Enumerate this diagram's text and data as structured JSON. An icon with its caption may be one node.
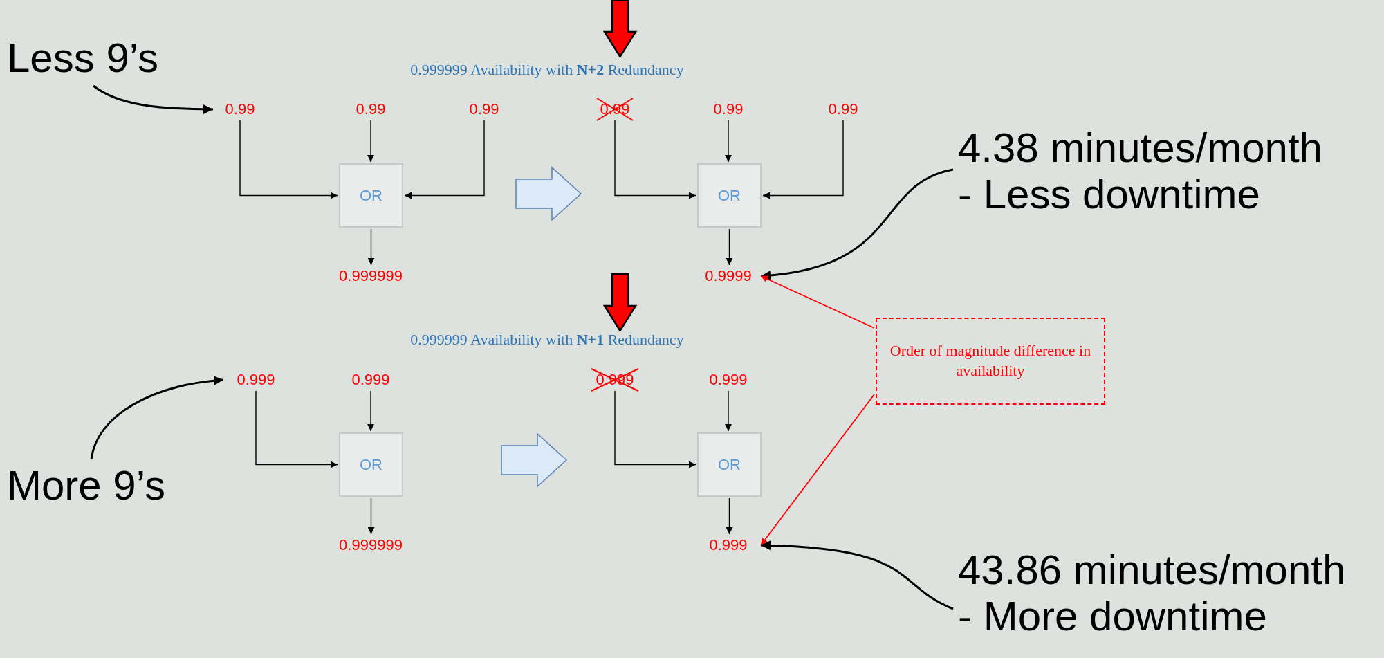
{
  "diagram": {
    "nodes": [
      {
        "text": [
          "Less 9’s"
        ]
      },
      {
        "text": [
          "0.99"
        ]
      },
      {
        "text": [
          "0.99"
        ]
      },
      {
        "text": [
          "0.99"
        ]
      },
      {
        "text": [
          "OR"
        ]
      },
      {
        "text": [
          "0.999999"
        ]
      },
      {
        "text": [
          "0.99"
        ]
      },
      {
        "text": [
          "0.99"
        ]
      },
      {
        "text": [
          "0.99"
        ]
      },
      {
        "text": [
          "OR"
        ]
      },
      {
        "text": [
          "0.9999"
        ]
      },
      {
        "text": [
          "4.38 minutes/month - Less downtime"
        ]
      },
      {
        "text": [
          "More 9’s"
        ]
      },
      {
        "text": [
          "0.999"
        ]
      },
      {
        "text": [
          "0.999"
        ]
      },
      {
        "text": [
          "OR"
        ]
      },
      {
        "text": [
          "0.999999"
        ]
      },
      {
        "text": [
          "0.999"
        ]
      },
      {
        "text": [
          "0.999"
        ]
      },
      {
        "text": [
          "OR"
        ]
      },
      {
        "text": [
          "0.999"
        ]
      },
      {
        "text": [
          "Order of magnitude difference in availability"
        ]
      },
      {
        "text": [
          "43.86 minutes/month - More downtime"
        ]
      }
    ],
    "edges": [
      {
        "from": 0,
        "to": 1,
        "arrow": "to"
      },
      {
        "from": 1,
        "to": 4,
        "arrow": "to"
      },
      {
        "from": 2,
        "to": 4,
        "arrow": "to"
      },
      {
        "from": 3,
        "to": 4,
        "arrow": "to"
      },
      {
        "from": 4,
        "to": 5,
        "arrow": "to"
      },
      {
        "from": 6,
        "to": 9,
        "arrow": "to"
      },
      {
        "from": 7,
        "to": 9,
        "arrow": "to"
      },
      {
        "from": 8,
        "to": 9,
        "arrow": "to"
      },
      {
        "from": 9,
        "to": 10,
        "arrow": "to"
      },
      {
        "from": 11,
        "to": 10,
        "arrow": "to"
      },
      {
        "from": 12,
        "to": 13,
        "arrow": "to"
      },
      {
        "from": 13,
        "to": 15,
        "arrow": "to"
      },
      {
        "from": 14,
        "to": 15,
        "arrow": "to"
      },
      {
        "from": 15,
        "to": 16,
        "arrow": "to"
      },
      {
        "from": 17,
        "to": 19,
        "arrow": "to"
      },
      {
        "from": 18,
        "to": 19,
        "arrow": "to"
      },
      {
        "from": 19,
        "to": 20,
        "arrow": "to"
      },
      {
        "from": 21,
        "to": 10,
        "arrow": "to",
        "color": "#ff0000"
      },
      {
        "from": 21,
        "to": 20,
        "arrow": "to",
        "color": "#ff0000"
      },
      {
        "from": 22,
        "to": 20,
        "arrow": "to"
      }
    ],
    "labels": [
      "0.999999 Availability with **N+2** Redundancy",
      "0.999999 Availability with **N+1** Redundancy"
    ]
  }
}
